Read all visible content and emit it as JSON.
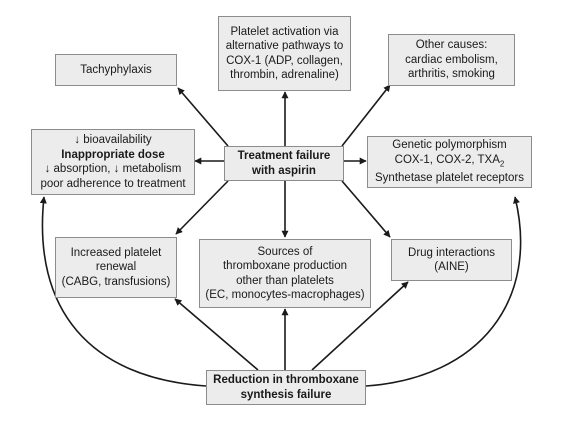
{
  "colors": {
    "box_fill": "#ececec",
    "box_border": "#8c8c8c",
    "arrow": "#1a1a1a"
  },
  "nodes": {
    "center": {
      "line1": "Treatment failure",
      "line2": "with aspirin"
    },
    "top_left": {
      "line1": "Tachyphylaxis"
    },
    "top_center": {
      "line1": "Platelet activation via",
      "line2": "alternative pathways to",
      "line3": "COX-1 (ADP, collagen,",
      "line4": "thrombin, adrenaline)"
    },
    "top_right": {
      "line1": "Other causes:",
      "line2": "cardiac embolism,",
      "line3": "arthritis, smoking"
    },
    "left": {
      "line1": "↓ bioavailability",
      "line2": "Inappropriate dose",
      "line3": "↓ absorption, ↓ metabolism",
      "line4": "poor adherence to treatment"
    },
    "right": {
      "line1": "Genetic polymorphism",
      "line2_text": "COX-1, COX-2, TXA",
      "line2_sub": "2",
      "line3": "Synthetase platelet receptors"
    },
    "bottom_left": {
      "line1": "Increased platelet",
      "line2": "renewal",
      "line3": "(CABG, transfusions)"
    },
    "bottom_center": {
      "line1": "Sources of",
      "line2": "thromboxane production",
      "line3": "other than platelets",
      "line4": "(EC, monocytes-macrophages)"
    },
    "bottom_right": {
      "line1": "Drug interactions",
      "line2": "(AINE)"
    },
    "bottom": {
      "line1": "Reduction in thromboxane",
      "line2": "synthesis failure"
    }
  }
}
